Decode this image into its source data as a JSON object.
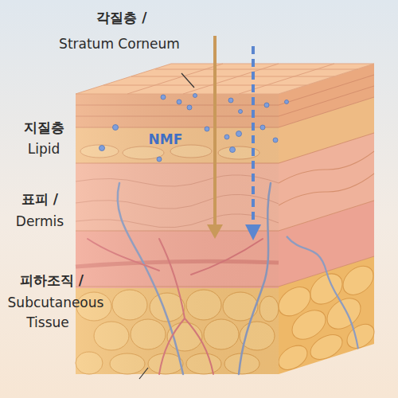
{
  "diagram": {
    "labels": [
      "각질층 /",
      "Stratum Corneum",
      "지질층",
      "Lipid",
      "NMF",
      "표피 /",
      "Dermis",
      "피하조직 /",
      "Subcutaneous",
      "Tissue"
    ]
  }
}
